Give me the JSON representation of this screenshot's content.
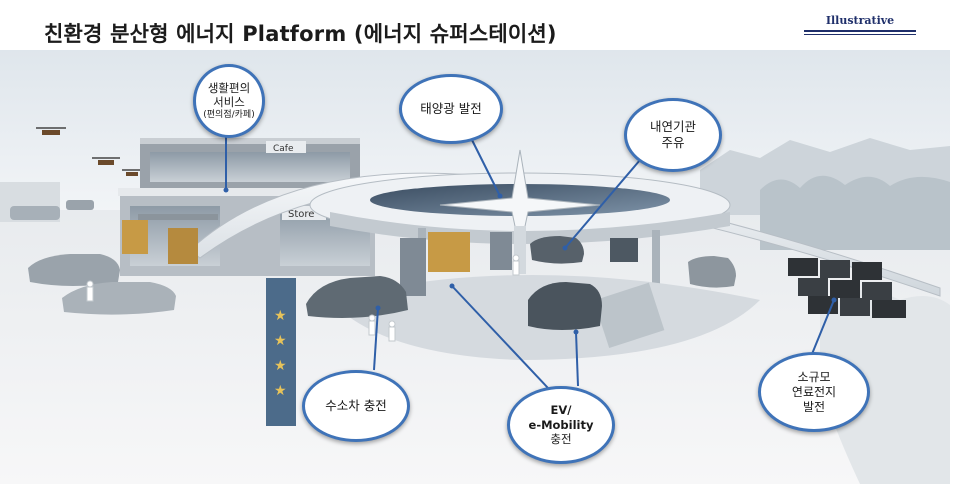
{
  "title": "친환경 분산형 에너지 Platform (에너지 슈퍼스테이션)",
  "tag": "Illustrative",
  "signs": {
    "cafe": "Cafe",
    "store": "Store"
  },
  "callouts": {
    "life_service": {
      "line1": "생활편의",
      "line2": "서비스",
      "line3": "(편의점/카페)"
    },
    "solar": {
      "line1": "태양광 발전"
    },
    "ice": {
      "line1": "내연기관",
      "line2": "주유"
    },
    "hydrogen": {
      "line1": "수소차 충전"
    },
    "ev": {
      "line1": "EV/",
      "line2": "e-Mobility",
      "line3": "충전"
    },
    "fuel_cell": {
      "line1": "소규모",
      "line2": "연료전지",
      "line3": "발전"
    }
  },
  "colors": {
    "callout_border": "#3f73b8",
    "leader_line": "#2f5fa8",
    "title_text": "#1b1b1b",
    "tag_text": "#1f2f6a"
  }
}
